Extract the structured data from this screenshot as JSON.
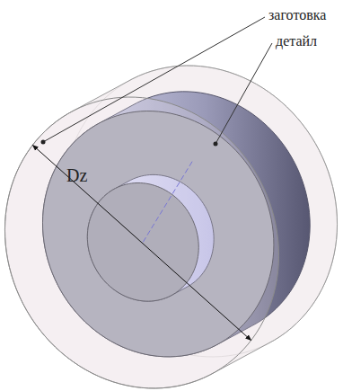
{
  "diagram": {
    "labels": [
      "заготовка",
      "детайл",
      "Dz"
    ]
  }
}
